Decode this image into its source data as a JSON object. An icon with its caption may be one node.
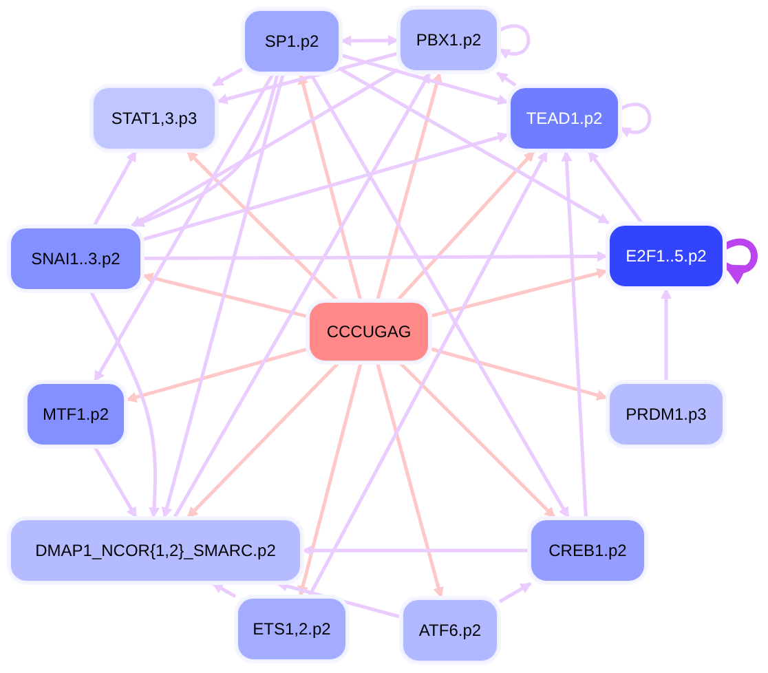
{
  "diagram": {
    "nodes": [
      {
        "text": [
          "CCCUGAG"
        ]
      },
      {
        "text": [
          "SP1.p2"
        ]
      },
      {
        "text": [
          "PBX1.p2"
        ]
      },
      {
        "text": [
          "STAT1,3.p3"
        ]
      },
      {
        "text": [
          "TEAD1.p2"
        ]
      },
      {
        "text": [
          "SNAI1..3.p2"
        ]
      },
      {
        "text": [
          "E2F1..5.p2"
        ]
      },
      {
        "text": [
          "MTF1.p2"
        ]
      },
      {
        "text": [
          "PRDM1.p3"
        ]
      },
      {
        "text": [
          "DMAP1_NCOR{1,2}_SMARC.p2"
        ]
      },
      {
        "text": [
          "CREB1.p2"
        ]
      },
      {
        "text": [
          "ETS1,2.p2"
        ]
      },
      {
        "text": [
          "ATF6.p2"
        ]
      }
    ],
    "edges": [
      {
        "from": 0,
        "to": 1,
        "arrow": "to",
        "color": "#ffc8c8"
      },
      {
        "from": 0,
        "to": 2,
        "arrow": "to",
        "color": "#ffc8c8"
      },
      {
        "from": 0,
        "to": 3,
        "arrow": "to",
        "color": "#ffc8c8"
      },
      {
        "from": 0,
        "to": 4,
        "arrow": "to",
        "color": "#ffc8c8"
      },
      {
        "from": 0,
        "to": 5,
        "arrow": "to",
        "color": "#ffc8c8"
      },
      {
        "from": 0,
        "to": 6,
        "arrow": "to",
        "color": "#ffc8c8"
      },
      {
        "from": 0,
        "to": 7,
        "arrow": "to",
        "color": "#ffc8c8"
      },
      {
        "from": 0,
        "to": 8,
        "arrow": "to",
        "color": "#ffc8c8"
      },
      {
        "from": 0,
        "to": 9,
        "arrow": "to",
        "color": "#ffc8c8"
      },
      {
        "from": 0,
        "to": 10,
        "arrow": "to",
        "color": "#ffc8c8"
      },
      {
        "from": 0,
        "to": 11,
        "arrow": "to",
        "color": "#ffc8c8"
      },
      {
        "from": 0,
        "to": 12,
        "arrow": "to",
        "color": "#ffc8c8"
      },
      {
        "from": 1,
        "to": 2,
        "arrow": "both"
      },
      {
        "from": 2,
        "to": 2,
        "arrow": "to"
      },
      {
        "from": 4,
        "to": 4,
        "arrow": "to"
      },
      {
        "from": 6,
        "to": 6,
        "arrow": "to",
        "style": "thick",
        "color": "#bb44ee"
      },
      {
        "from": 1,
        "to": 3,
        "arrow": "to"
      },
      {
        "from": 2,
        "to": 3,
        "arrow": "to"
      },
      {
        "from": 2,
        "to": 5,
        "arrow": "to"
      },
      {
        "from": 1,
        "to": 5,
        "arrow": "to"
      },
      {
        "from": 1,
        "to": 4,
        "arrow": "to"
      },
      {
        "from": 1,
        "to": 6,
        "arrow": "to"
      },
      {
        "from": 1,
        "to": 9,
        "arrow": "to"
      },
      {
        "from": 1,
        "to": 10,
        "arrow": "to"
      },
      {
        "from": 1,
        "to": 7,
        "arrow": "to"
      },
      {
        "from": 5,
        "to": 3,
        "arrow": "to"
      },
      {
        "from": 5,
        "to": 6,
        "arrow": "to"
      },
      {
        "from": 5,
        "to": 9,
        "arrow": "to"
      },
      {
        "from": 5,
        "to": 4,
        "arrow": "to"
      },
      {
        "from": 7,
        "to": 9,
        "arrow": "to"
      },
      {
        "from": 10,
        "to": 9,
        "arrow": "to"
      },
      {
        "from": 10,
        "to": 4,
        "arrow": "to"
      },
      {
        "from": 8,
        "to": 6,
        "arrow": "to"
      },
      {
        "from": 6,
        "to": 4,
        "arrow": "to"
      },
      {
        "from": 4,
        "to": 2,
        "arrow": "to"
      },
      {
        "from": 12,
        "to": 10,
        "arrow": "to"
      },
      {
        "from": 12,
        "to": 9,
        "arrow": "to"
      },
      {
        "from": 11,
        "to": 9,
        "arrow": "to"
      },
      {
        "from": 11,
        "to": 4,
        "arrow": "to"
      },
      {
        "from": 9,
        "to": 2,
        "arrow": "to"
      }
    ]
  }
}
